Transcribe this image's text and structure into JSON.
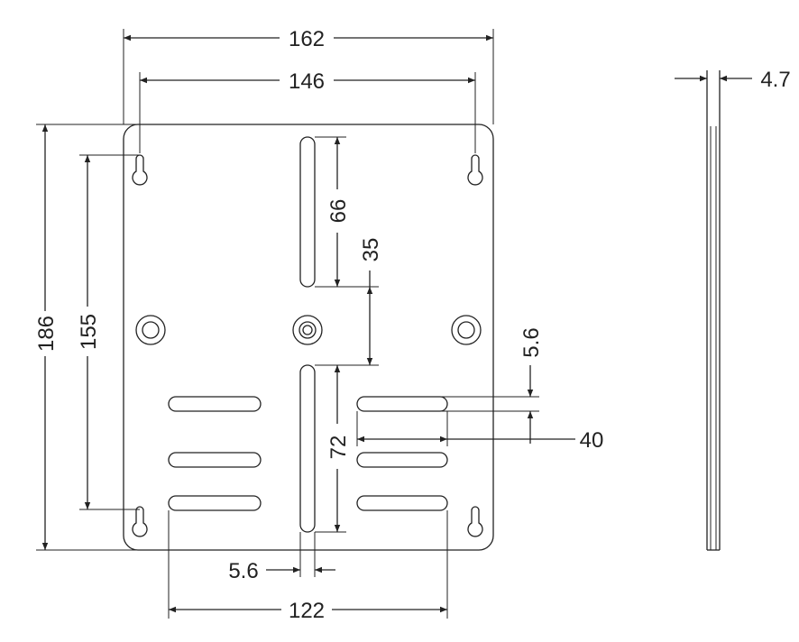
{
  "dimensions": {
    "overall_width": "162",
    "hole_spacing_width": "146",
    "overall_height": "186",
    "hole_spacing_height": "155",
    "upper_slot_length": "66",
    "slot_gap": "35",
    "lower_slot_length": "72",
    "slot_width_side": "5.6",
    "horizontal_slot_length": "40",
    "slot_width_bottom": "5.6",
    "horizontal_slot_span": "122",
    "thickness": "4.7"
  },
  "colors": {
    "line": "#222222",
    "background": "#ffffff"
  }
}
